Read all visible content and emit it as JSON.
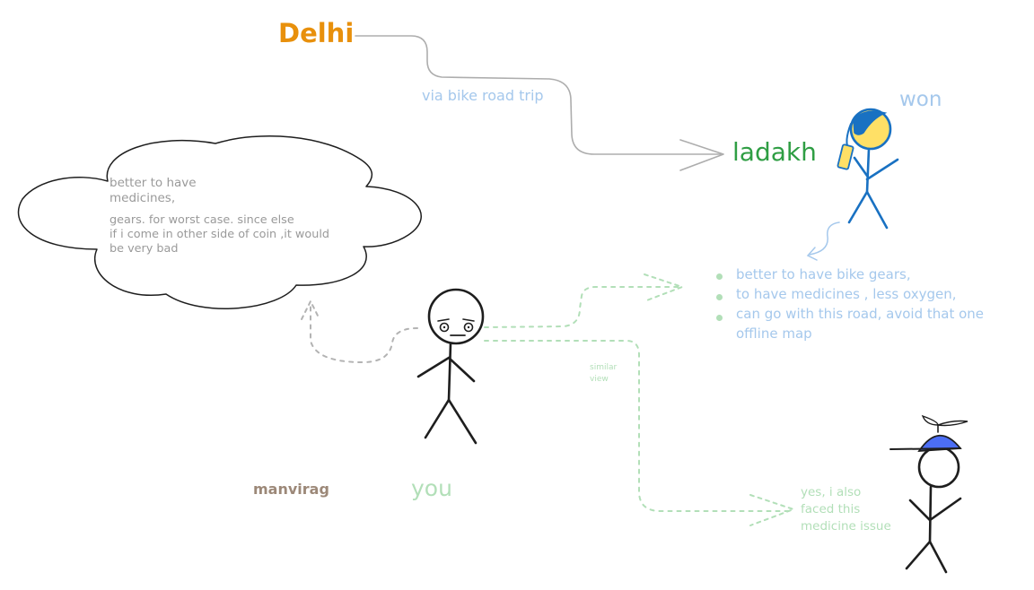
{
  "labels": {
    "origin": "Delhi",
    "destination": "ladakh",
    "route": "via bike road trip",
    "winner": "won",
    "you": "you",
    "author": "manvirag",
    "similar": [
      "similar",
      "view"
    ]
  },
  "thought_cloud": {
    "lines": [
      "better to have",
      "medicines,",
      "gears. for worst case. since else",
      "if i come in other side of coin ,it would",
      "be very bad"
    ]
  },
  "advice_list": {
    "items": [
      "better to have bike gears,",
      "to have medicines , less oxygen,",
      "can go with this road, avoid that one",
      "offline map"
    ]
  },
  "similar_person_note": {
    "lines": [
      "yes, i also",
      "faced this",
      "medicine issue"
    ]
  },
  "colors": {
    "origin": "#e8900c",
    "destination": "#2f9e44",
    "winner_figure": "#1971c2",
    "winner_hair": "#ffe066",
    "faded_blue": "#a5c8ec",
    "faded_green": "#b2dfb8",
    "gray_text": "#9a9a9a",
    "author": "#9c8878",
    "hat": "#4c6ef5"
  }
}
